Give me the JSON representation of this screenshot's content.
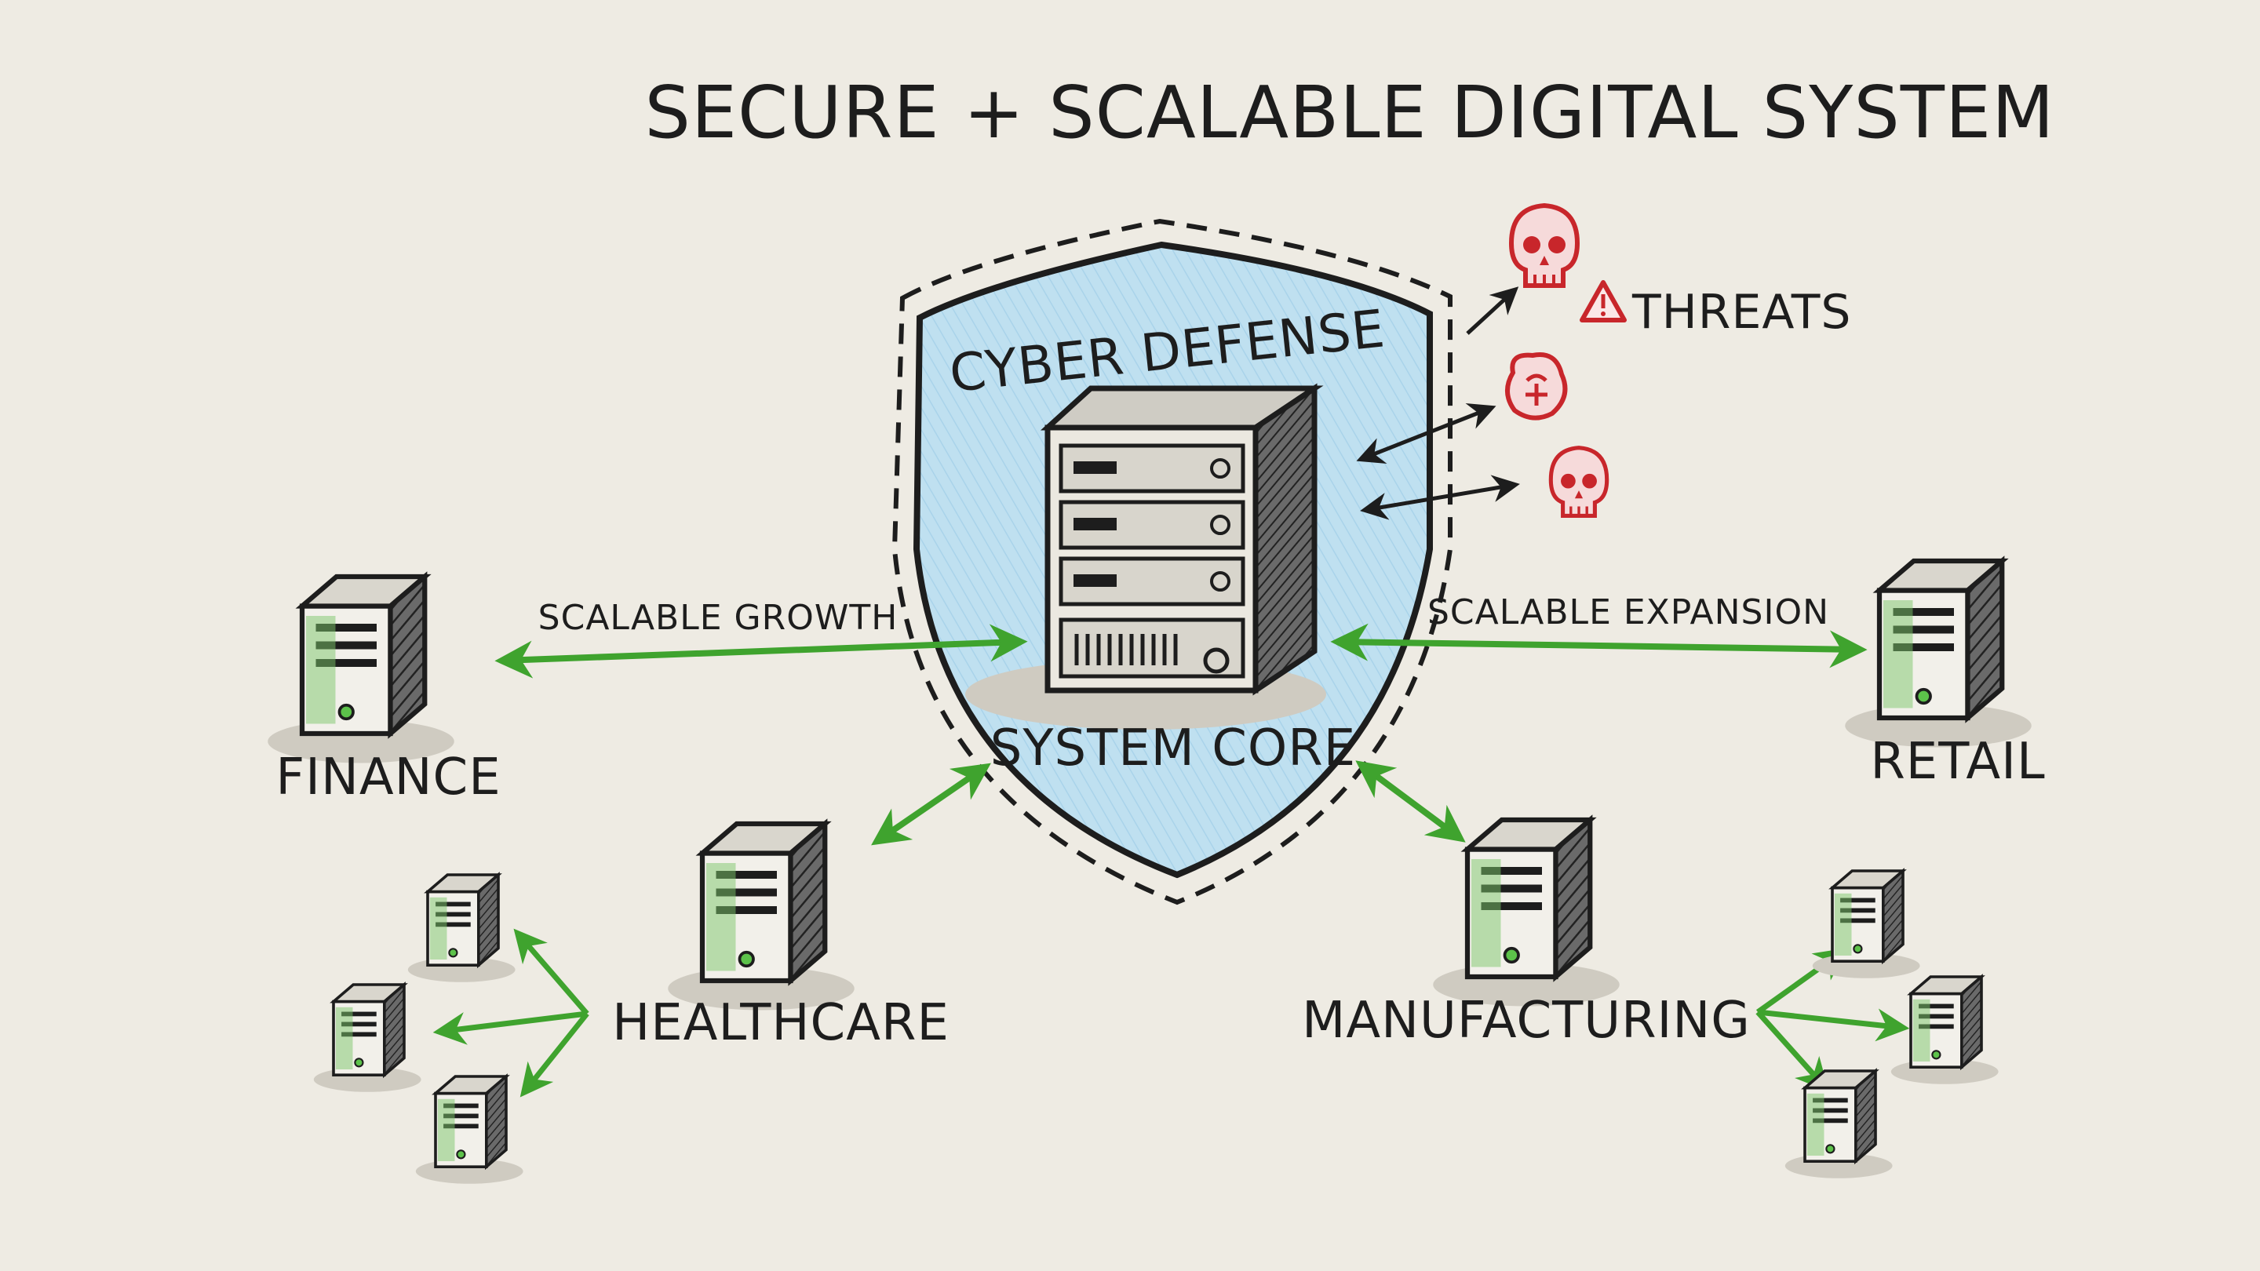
{
  "title": "SECURE + SCALABLE DIGITAL SYSTEM",
  "shield_label": "CYBER DEFENSE",
  "core_label": "SYSTEM CORE",
  "threats_label": "THREATS",
  "links": {
    "left": "SCALABLE GROWTH",
    "right": "SCALABLE EXPANSION"
  },
  "nodes": {
    "finance": "FINANCE",
    "retail": "RETAIL",
    "healthcare": "HEALTHCARE",
    "manufacturing": "MANUFACTURING"
  },
  "colors": {
    "background": "#eeebe3",
    "ink": "#1d1d1d",
    "connector": "#3fa32e",
    "shield_fill": "#bfe0f0",
    "threat": "#c8262b"
  },
  "icons": [
    "server-icon",
    "skull-icon",
    "warning-icon",
    "virus-icon"
  ]
}
